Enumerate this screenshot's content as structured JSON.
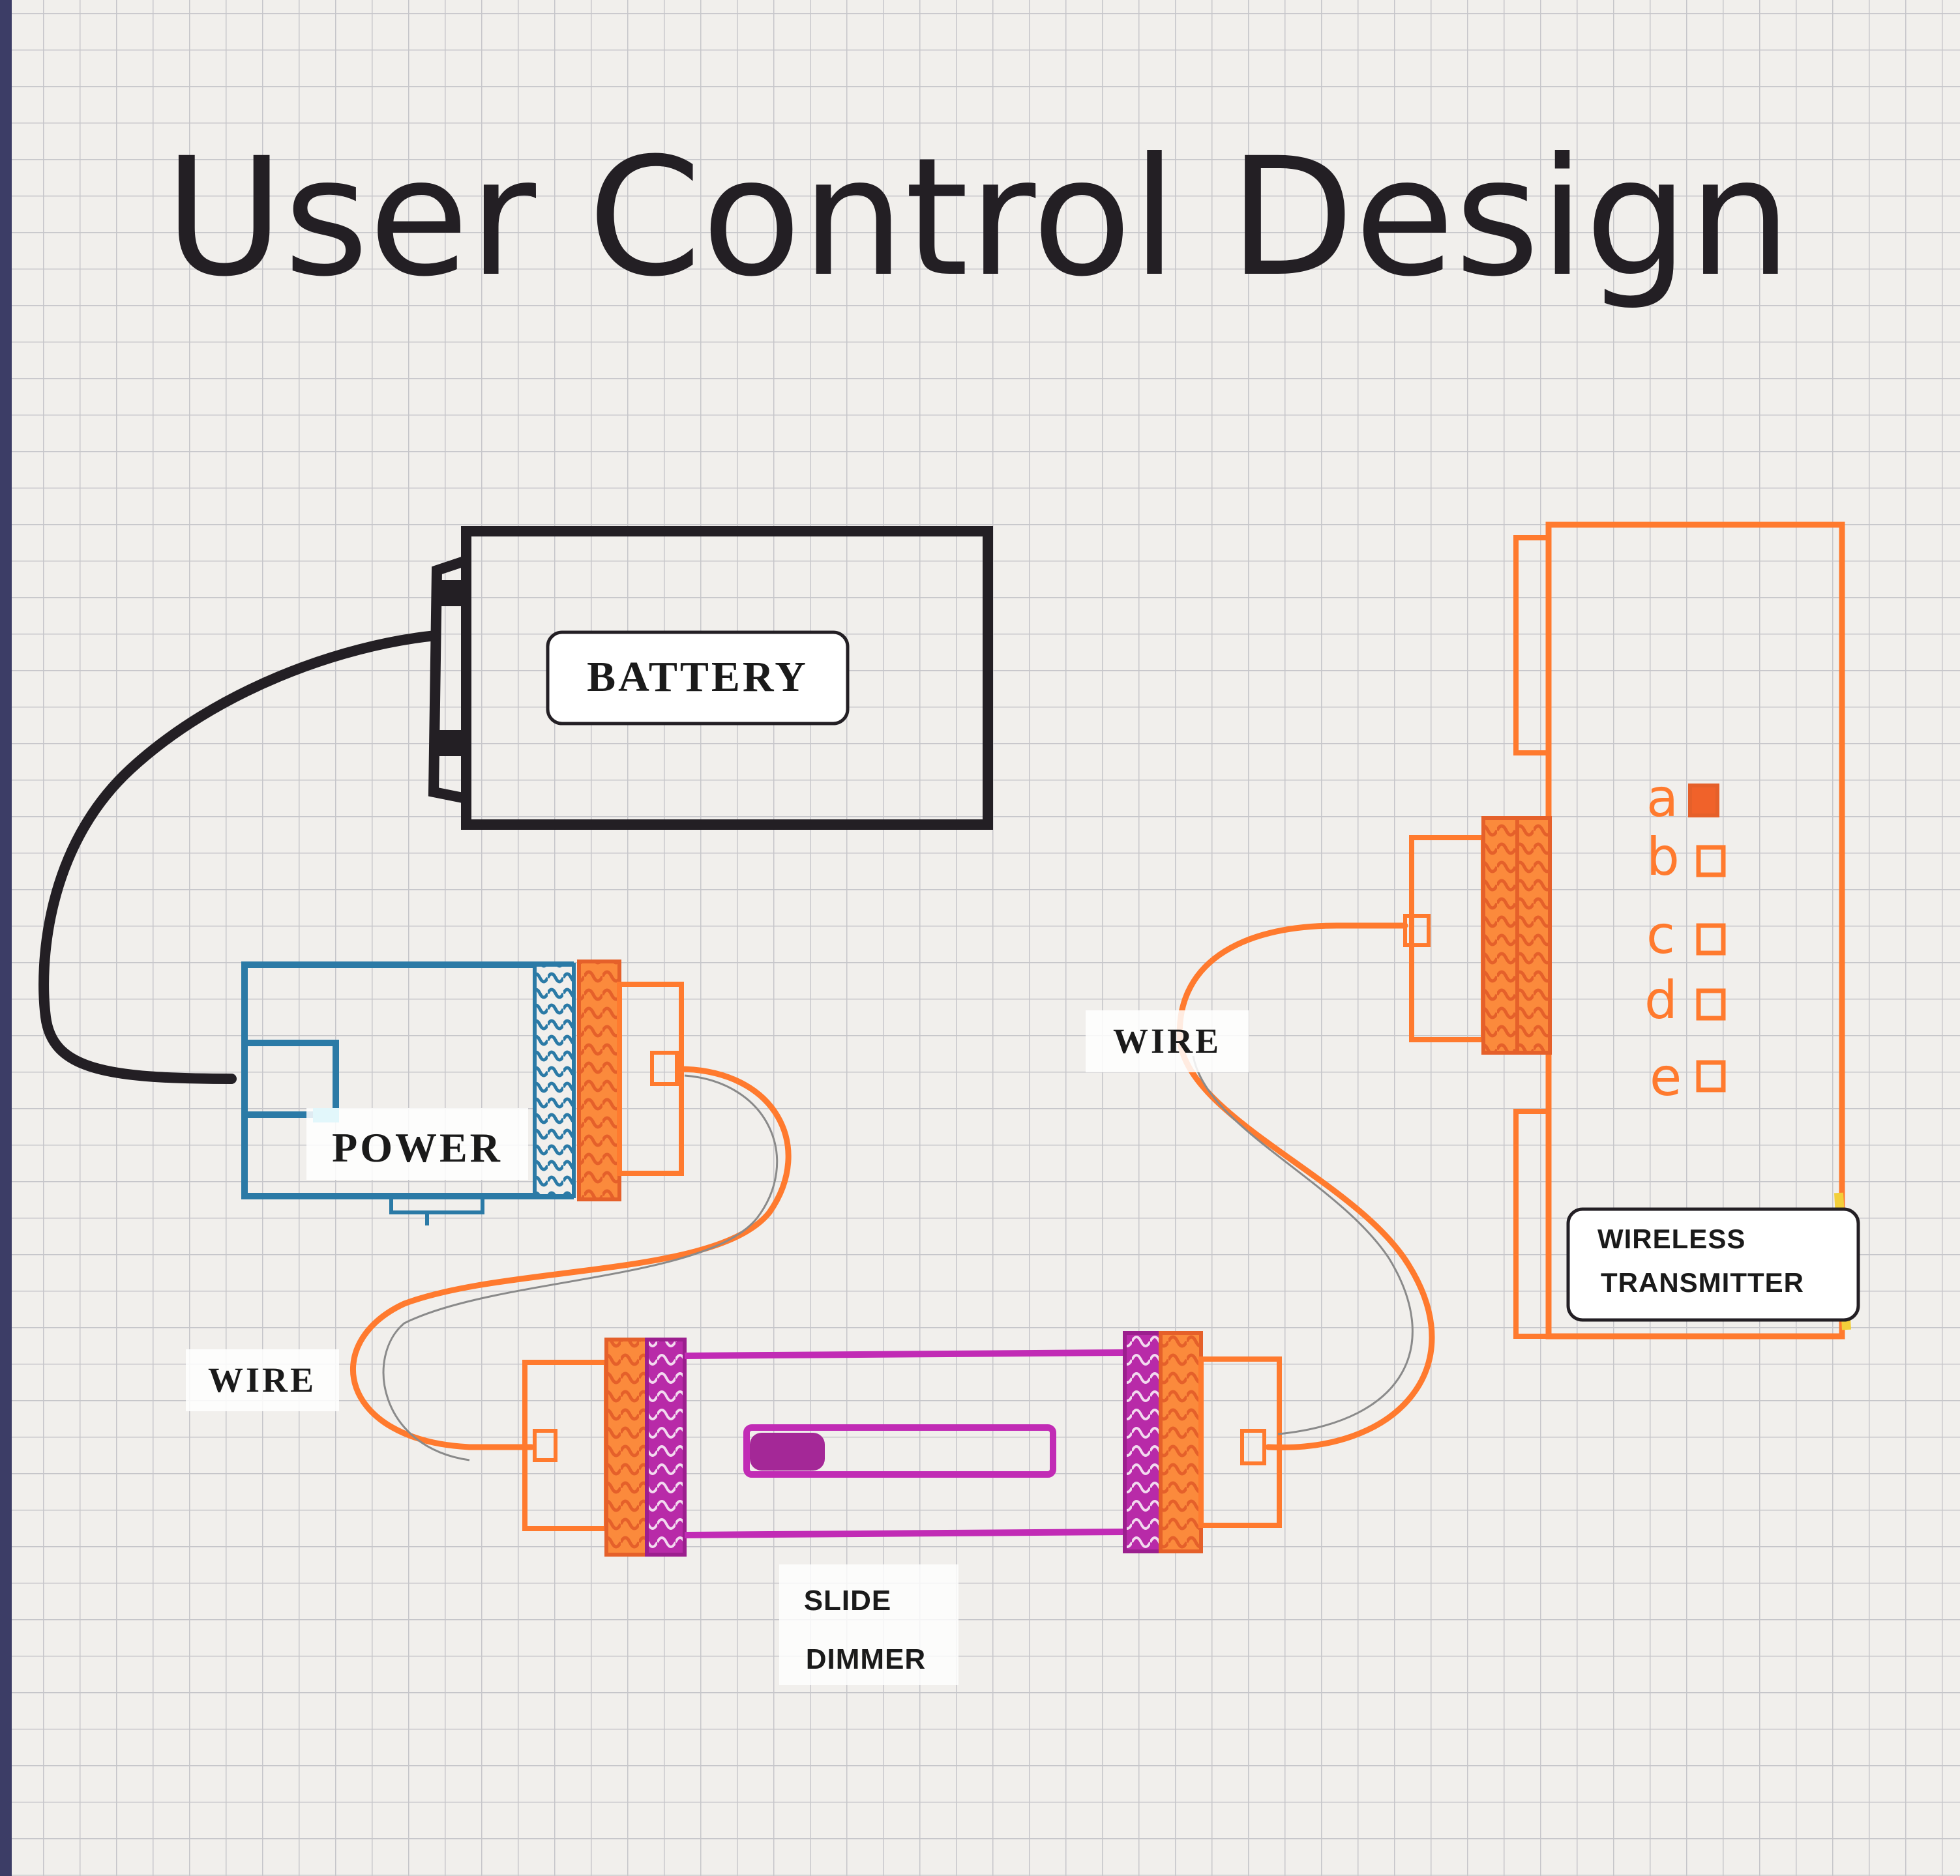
{
  "title": "User Control Design",
  "labels": {
    "battery": "BATTERY",
    "power": "POWER",
    "wire_left": "WIRE",
    "wire_right": "WIRE",
    "slide_dimmer_line1": "SLIDE",
    "slide_dimmer_line2": "DIMMER",
    "wireless_line1": "WIRELESS",
    "wireless_line2": "TRANSMITTER"
  },
  "channels": [
    {
      "letter": "a",
      "selected": true
    },
    {
      "letter": "b",
      "selected": false
    },
    {
      "letter": "c",
      "selected": false
    },
    {
      "letter": "d",
      "selected": false
    },
    {
      "letter": "e",
      "selected": false
    }
  ],
  "colors": {
    "paper": "#f1efec",
    "grid": "#c9c9cc",
    "ink_black": "#231f24",
    "power_blue": "#2b7aa6",
    "wire_orange": "#ff7a2e",
    "dimmer_magenta": "#c12bb5",
    "highlighter_yellow": "#f3cf3a"
  }
}
